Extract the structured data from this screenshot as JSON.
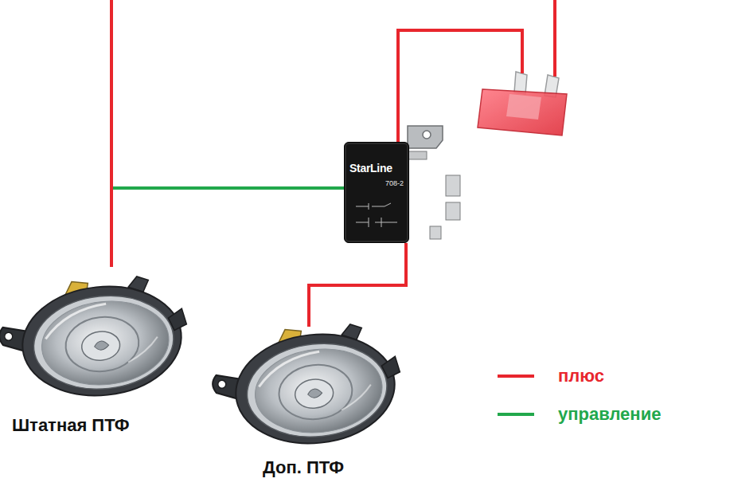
{
  "diagram": {
    "nodes": [
      {
        "text": [
          "StarLine",
          "708-2"
        ]
      },
      {
        "text": [
          "Штатная ПТФ"
        ]
      },
      {
        "text": [
          "Доп. ПТФ"
        ]
      }
    ],
    "edges": [
      {
        "from": 1,
        "to": 0,
        "arrow": "none"
      },
      {
        "from": 0,
        "to": 2,
        "arrow": "none"
      }
    ],
    "legend": [
      {
        "text": "плюс",
        "color": "#e8262d"
      },
      {
        "text": "управление",
        "color": "#22a84c"
      }
    ]
  }
}
